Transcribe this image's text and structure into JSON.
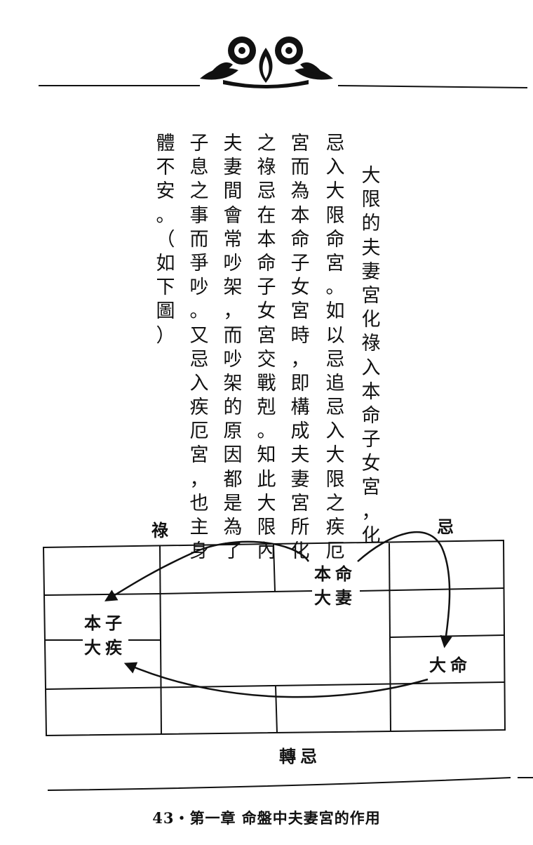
{
  "text_columns": [
    "大限的夫妻宮化祿入本命子女宮，化",
    "忌入大限命宮。如以忌追忌入大限之疾厄",
    "宮而為本命子女宮時，即構成夫妻宮所化",
    "之祿忌在本命子女宮交戰剋。知此大限內",
    "夫妻間會常吵架，而吵架的原因都是為了",
    "子息之事而爭吵。又忌入疾厄宮，也主身",
    "體不安。（如下圖）"
  ],
  "diagram": {
    "lu": "祿",
    "ji": "忌",
    "ben_ming": "本命",
    "da_qi": "大妻",
    "ben_zi": "本子",
    "da_ji": "大疾",
    "da_ming": "大命",
    "zhuan_ji": "轉忌"
  },
  "footer": {
    "page_label": "43・第一章 命盤中夫妻宮的作用"
  }
}
